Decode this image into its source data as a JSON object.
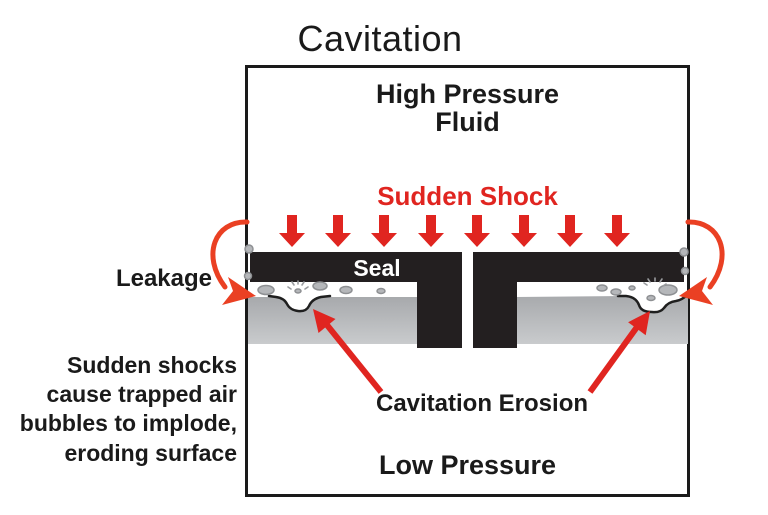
{
  "title": "Cavitation",
  "diagram": {
    "high_pressure_label": "High Pressure\nFluid",
    "sudden_shock_label": "Sudden Shock",
    "seal_label": "Seal",
    "leakage_label": "Leakage",
    "cavitation_erosion_label": "Cavitation Erosion",
    "side_note": "Sudden shocks\ncause trapped air\nbubbles to implode,\neroding surface",
    "low_pressure_label": "Low Pressure",
    "shock_arrow_count": "8"
  },
  "colors": {
    "arrow_red": "#e02520",
    "leakage_arc_red": "#ea4023",
    "seal_black": "#231f20",
    "surface_gray_top": "#a7a9ac",
    "surface_gray_bottom": "#c9cbcd",
    "bubble_fill": "#b5b7ba",
    "bubble_stroke": "#8e9093"
  }
}
